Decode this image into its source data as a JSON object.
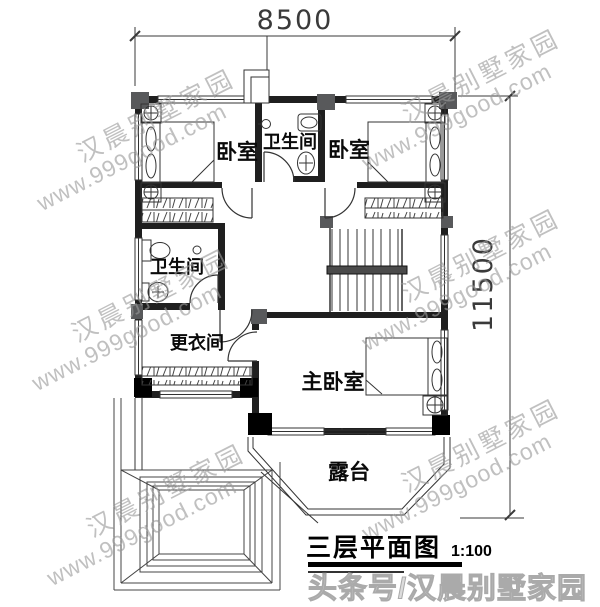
{
  "drawing": {
    "dimensions": {
      "width": "8500",
      "height": "11500"
    },
    "rooms": {
      "bedroom_left": "卧室",
      "bedroom_right": "卧室",
      "bathroom_top": "卫生间",
      "bathroom_left": "卫生间",
      "dressing_room": "更衣间",
      "master_bedroom": "主卧室",
      "terrace": "露台"
    },
    "title": "三层平面图",
    "scale": "1:100"
  },
  "watermark": {
    "line1": "汉晨别墅家园",
    "line2": "www.999good.com"
  },
  "footer": "头条号/汉晨别墅家园",
  "colors": {
    "background": "#ffffff",
    "line": "#2b2b2b",
    "column_gray": "#58595b",
    "column_black": "#000000",
    "watermark": "#9a9a9a",
    "footer_text": "#dcdcdc"
  }
}
